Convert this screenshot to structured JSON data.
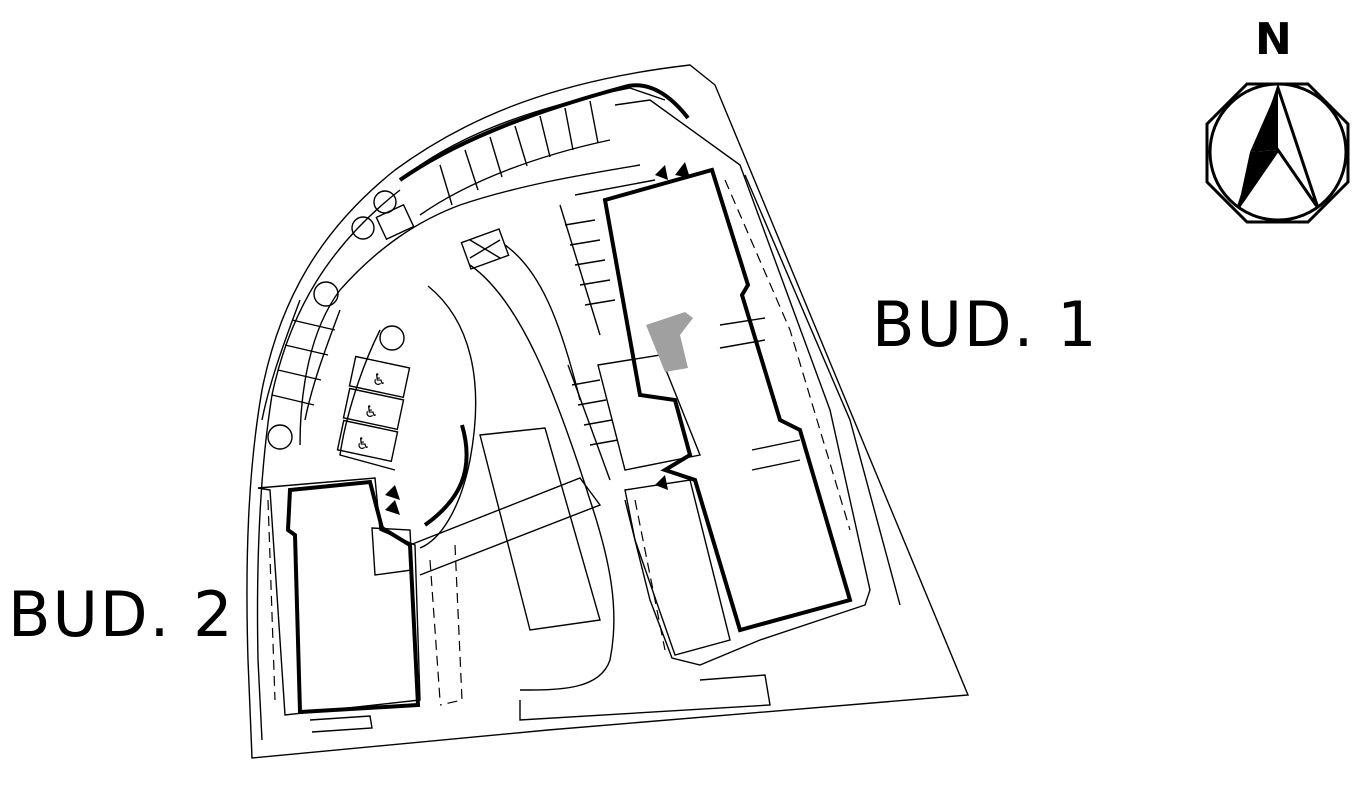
{
  "labels": {
    "building_1": "BUD. 1",
    "building_2": "BUD. 2",
    "north": "N"
  },
  "colors": {
    "line": "#000000",
    "background": "#ffffff",
    "highlight": "#a0a0a0"
  },
  "icons": {
    "compass": "north-arrow-icon",
    "tree": "tree-icon",
    "accessible_parking": "wheelchair-icon"
  }
}
